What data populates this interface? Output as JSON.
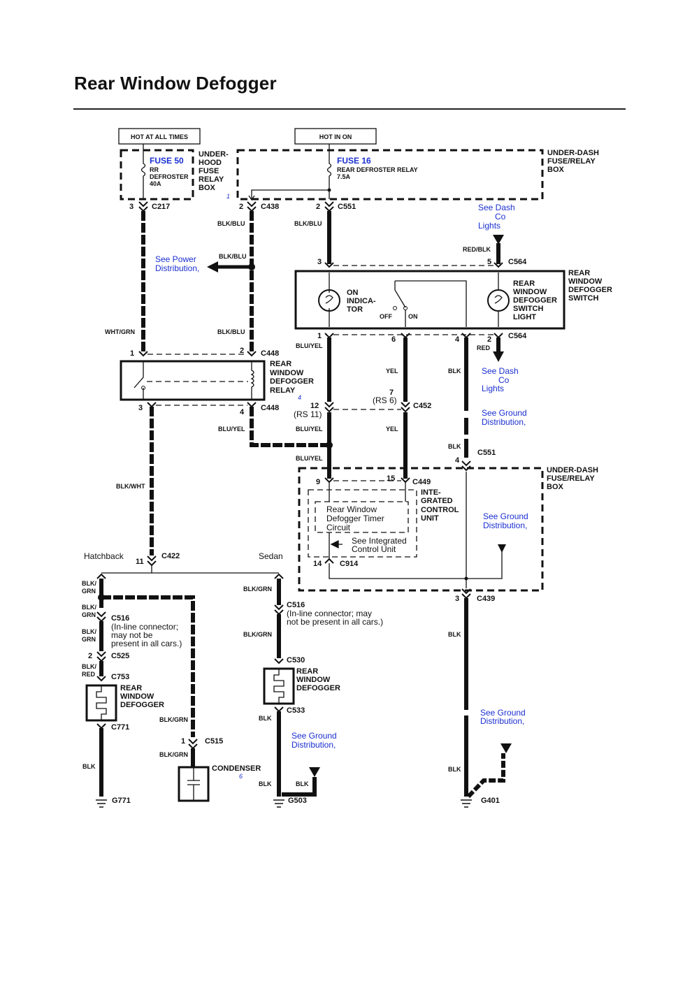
{
  "title": "Rear Window Defogger",
  "sources": {
    "hot_always": "HOT AT ALL TIMES",
    "hot_in_on": "HOT IN ON"
  },
  "boxes": {
    "underhood": [
      "UNDER-",
      "HOOD",
      "FUSE",
      "RELAY",
      "BOX"
    ],
    "underdash": [
      "UNDER-DASH",
      "FUSE/RELAY",
      "BOX"
    ],
    "underhood_ref": "1"
  },
  "fuses": {
    "fuse50": {
      "name": "FUSE 50",
      "desc": [
        "RR",
        "DEFROSTER",
        "40A"
      ]
    },
    "fuse16": {
      "name": "FUSE 16",
      "desc": [
        "REAR DEFROSTER RELAY",
        "7.5A"
      ]
    }
  },
  "connectors": {
    "c217": "C217",
    "c438": "C438",
    "c551": "C551",
    "c564": "C564",
    "c448": "C448",
    "c452": "C452",
    "c449": "C449",
    "c422": "C422",
    "c914": "C914",
    "c439": "C439",
    "c516": "C516",
    "c525": "C525",
    "c753": "C753",
    "c771": "C771",
    "c530": "C530",
    "c533": "C533",
    "c515": "C515"
  },
  "grounds": {
    "g771": "G771",
    "g503": "G503",
    "g401": "G401"
  },
  "pins": {
    "p3": "3",
    "p2": "2",
    "p5": "5",
    "p1": "1",
    "p6": "6",
    "p4": "4",
    "p7": "7",
    "p12": "12",
    "p9": "9",
    "p15": "15",
    "p11": "11",
    "p14": "14"
  },
  "rs": {
    "rs6": "(RS 6)",
    "rs11": "(RS 11)"
  },
  "wires": {
    "blk_blu": "BLK/BLU",
    "wht_grn": "WHT/GRN",
    "blu_yel": "BLU/YEL",
    "red_blk": "RED/BLK",
    "yel": "YEL",
    "blk": "BLK",
    "red": "RED",
    "blk_wht": "BLK/WHT",
    "blk_grn": "BLK/GRN",
    "blk_slash": "BLK/",
    "grn": "GRN",
    "red_w": "RED"
  },
  "switch": {
    "label": [
      "REAR",
      "WINDOW",
      "DEFOGGER",
      "SWITCH"
    ],
    "indicator": [
      "ON",
      "INDICA-",
      "TOR"
    ],
    "light": [
      "REAR",
      "WINDOW",
      "DEFOGGER",
      "SWITCH",
      "LIGHT"
    ],
    "off": "OFF",
    "on": "ON"
  },
  "relay": {
    "label": [
      "REAR",
      "WINDOW",
      "DEFOGGER",
      "RELAY"
    ],
    "ref": "4"
  },
  "icu": {
    "label": [
      "INTE-",
      "GRATED",
      "CONTROL",
      "UNIT"
    ],
    "timer": [
      "Rear Window",
      "Defogger Timer",
      "Circuit"
    ],
    "see": [
      "See Integrated",
      "Control Unit"
    ]
  },
  "links": {
    "dash_lights": [
      "See Dash",
      "Co",
      "Lights"
    ],
    "power_dist": [
      "See Power",
      "Distribution,"
    ],
    "ground_dist": [
      "See Ground",
      "Distribution,"
    ]
  },
  "variants": {
    "hatchback": "Hatchback",
    "sedan": "Sedan"
  },
  "notes": {
    "c516_hatch": [
      "(In-line connector;",
      "may not be",
      "present in all cars.)"
    ],
    "c516_sedan": [
      "(In-line connector; may",
      "not be present in all cars.)"
    ]
  },
  "defogger": [
    "REAR",
    "WINDOW",
    "DEFOGGER"
  ],
  "condenser": {
    "label": "CONDENSER",
    "ref": "6"
  }
}
